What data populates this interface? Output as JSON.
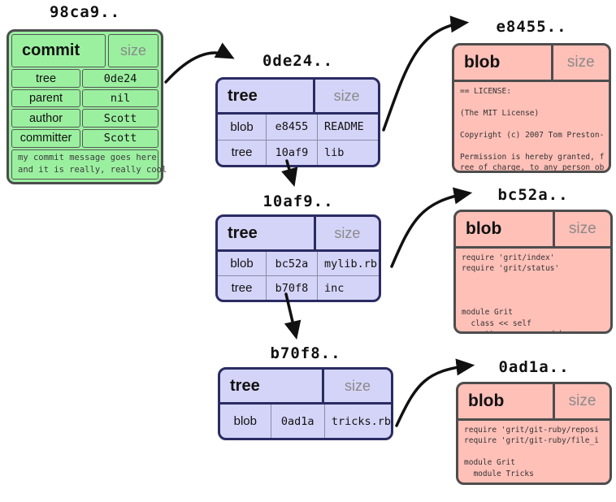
{
  "colors": {
    "commit_fill": "#9BF0A0",
    "commit_border": "#4d4d4d",
    "tree_fill": "#D4D4F8",
    "tree_border": "#2b2b63",
    "blob_fill": "#FFC0B8",
    "blob_border": "#4d4d4d",
    "size_text": "#8a8a8a",
    "arrow": "#111111"
  },
  "commit": {
    "hash_label": "98ca9..",
    "type_label": "commit",
    "size_label": "size",
    "rows": [
      {
        "key": "tree",
        "value": "0de24"
      },
      {
        "key": "parent",
        "value": "nil"
      },
      {
        "key": "author",
        "value": "Scott"
      },
      {
        "key": "committer",
        "value": "Scott"
      }
    ],
    "message": "my commit message goes here\nand it is really, really cool"
  },
  "trees": [
    {
      "hash_label": "0de24..",
      "type_label": "tree",
      "size_label": "size",
      "rows": [
        {
          "type": "blob",
          "hash": "e8455",
          "name": "README"
        },
        {
          "type": "tree",
          "hash": "10af9",
          "name": "lib"
        }
      ]
    },
    {
      "hash_label": "10af9..",
      "type_label": "tree",
      "size_label": "size",
      "rows": [
        {
          "type": "blob",
          "hash": "bc52a",
          "name": "mylib.rb"
        },
        {
          "type": "tree",
          "hash": "b70f8",
          "name": "inc"
        }
      ]
    },
    {
      "hash_label": "b70f8..",
      "type_label": "tree",
      "size_label": "size",
      "rows": [
        {
          "type": "blob",
          "hash": "0ad1a",
          "name": "tricks.rb"
        }
      ]
    }
  ],
  "blobs": [
    {
      "hash_label": "e8455..",
      "type_label": "blob",
      "size_label": "size",
      "content": "== LICENSE:\n\n(The MIT License)\n\nCopyright (c) 2007 Tom Preston-\n\nPermission is hereby granted, f\nree of charge, to any person ob"
    },
    {
      "hash_label": "bc52a..",
      "type_label": "blob",
      "size_label": "size",
      "content": "require 'grit/index'\nrequire 'grit/status'\n\n\n\nmodule Grit\n  class << self\n    attr_accessor :debug"
    },
    {
      "hash_label": "0ad1a..",
      "type_label": "blob",
      "size_label": "size",
      "content": "require 'grit/git-ruby/reposi\nrequire 'grit/git-ruby/file_i\n\nmodule Grit\n  module Tricks"
    }
  ]
}
